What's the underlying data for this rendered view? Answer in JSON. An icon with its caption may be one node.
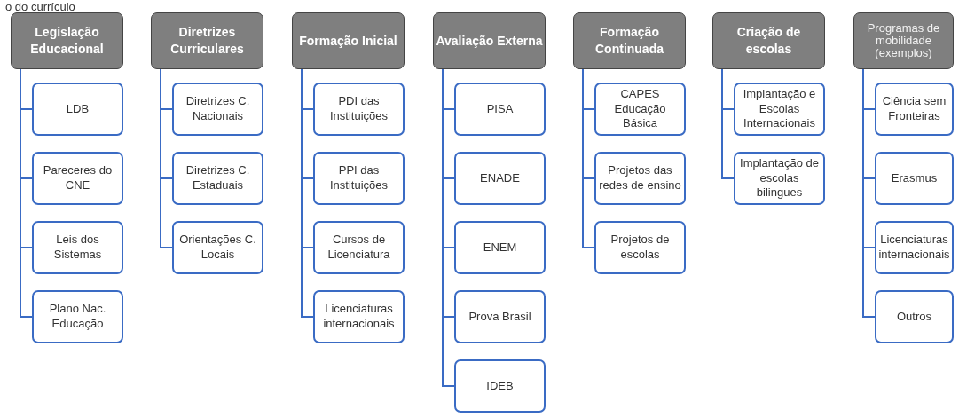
{
  "diagram": {
    "nodes": [
      {
        "text": [
          "Legislação Educacional"
        ]
      },
      {
        "text": [
          "LDB"
        ]
      },
      {
        "text": [
          "Pareceres do CNE"
        ]
      },
      {
        "text": [
          "Leis dos Sistemas"
        ]
      },
      {
        "text": [
          "Plano Nac. Educação"
        ]
      },
      {
        "text": [
          "Diretrizes Curriculares"
        ]
      },
      {
        "text": [
          "Diretrizes C. Nacionais"
        ]
      },
      {
        "text": [
          "Diretrizes C. Estaduais"
        ]
      },
      {
        "text": [
          "Orientações C. Locais"
        ]
      },
      {
        "text": [
          "Formação Inicial"
        ]
      },
      {
        "text": [
          "PDI das Instituições"
        ]
      },
      {
        "text": [
          "PPI das Instituições"
        ]
      },
      {
        "text": [
          "Cursos de Licenciatura"
        ]
      },
      {
        "text": [
          "Licenciaturas internacionais"
        ]
      },
      {
        "text": [
          "Avaliação Externa"
        ]
      },
      {
        "text": [
          "PISA"
        ]
      },
      {
        "text": [
          "ENADE"
        ]
      },
      {
        "text": [
          "ENEM"
        ]
      },
      {
        "text": [
          "Prova Brasil"
        ]
      },
      {
        "text": [
          "IDEB"
        ]
      },
      {
        "text": [
          "Formação Continuada"
        ]
      },
      {
        "text": [
          "CAPES Educação Básica"
        ]
      },
      {
        "text": [
          "Projetos das redes de ensino"
        ]
      },
      {
        "text": [
          "Projetos de escolas"
        ]
      },
      {
        "text": [
          "Criação de escolas"
        ]
      },
      {
        "text": [
          "Implantação e Escolas Internacionais"
        ]
      },
      {
        "text": [
          "Implantação de escolas bilingues"
        ]
      },
      {
        "text": [
          "Programas de mobilidade (exemplos)"
        ]
      },
      {
        "text": [
          "Ciência sem Fronteiras"
        ]
      },
      {
        "text": [
          "Erasmus"
        ]
      },
      {
        "text": [
          "Licenciaturas internacionais"
        ]
      },
      {
        "text": [
          "Outros"
        ]
      }
    ],
    "edges": [
      {
        "from": 0,
        "to": 1,
        "arrow": "none"
      },
      {
        "from": 0,
        "to": 2,
        "arrow": "none"
      },
      {
        "from": 0,
        "to": 3,
        "arrow": "none"
      },
      {
        "from": 0,
        "to": 4,
        "arrow": "none"
      },
      {
        "from": 5,
        "to": 6,
        "arrow": "none"
      },
      {
        "from": 5,
        "to": 7,
        "arrow": "none"
      },
      {
        "from": 5,
        "to": 8,
        "arrow": "none"
      },
      {
        "from": 9,
        "to": 10,
        "arrow": "none"
      },
      {
        "from": 9,
        "to": 11,
        "arrow": "none"
      },
      {
        "from": 9,
        "to": 12,
        "arrow": "none"
      },
      {
        "from": 9,
        "to": 13,
        "arrow": "none"
      },
      {
        "from": 14,
        "to": 15,
        "arrow": "none"
      },
      {
        "from": 14,
        "to": 16,
        "arrow": "none"
      },
      {
        "from": 14,
        "to": 17,
        "arrow": "none"
      },
      {
        "from": 14,
        "to": 18,
        "arrow": "none"
      },
      {
        "from": 14,
        "to": 19,
        "arrow": "none"
      },
      {
        "from": 20,
        "to": 21,
        "arrow": "none"
      },
      {
        "from": 20,
        "to": 22,
        "arrow": "none"
      },
      {
        "from": 20,
        "to": 23,
        "arrow": "none"
      },
      {
        "from": 24,
        "to": 25,
        "arrow": "none"
      },
      {
        "from": 24,
        "to": 26,
        "arrow": "none"
      },
      {
        "from": 27,
        "to": 28,
        "arrow": "none"
      },
      {
        "from": 27,
        "to": 29,
        "arrow": "none"
      },
      {
        "from": 27,
        "to": 30,
        "arrow": "none"
      },
      {
        "from": 27,
        "to": 31,
        "arrow": "none"
      }
    ],
    "labels": [
      "o do currículo"
    ]
  }
}
